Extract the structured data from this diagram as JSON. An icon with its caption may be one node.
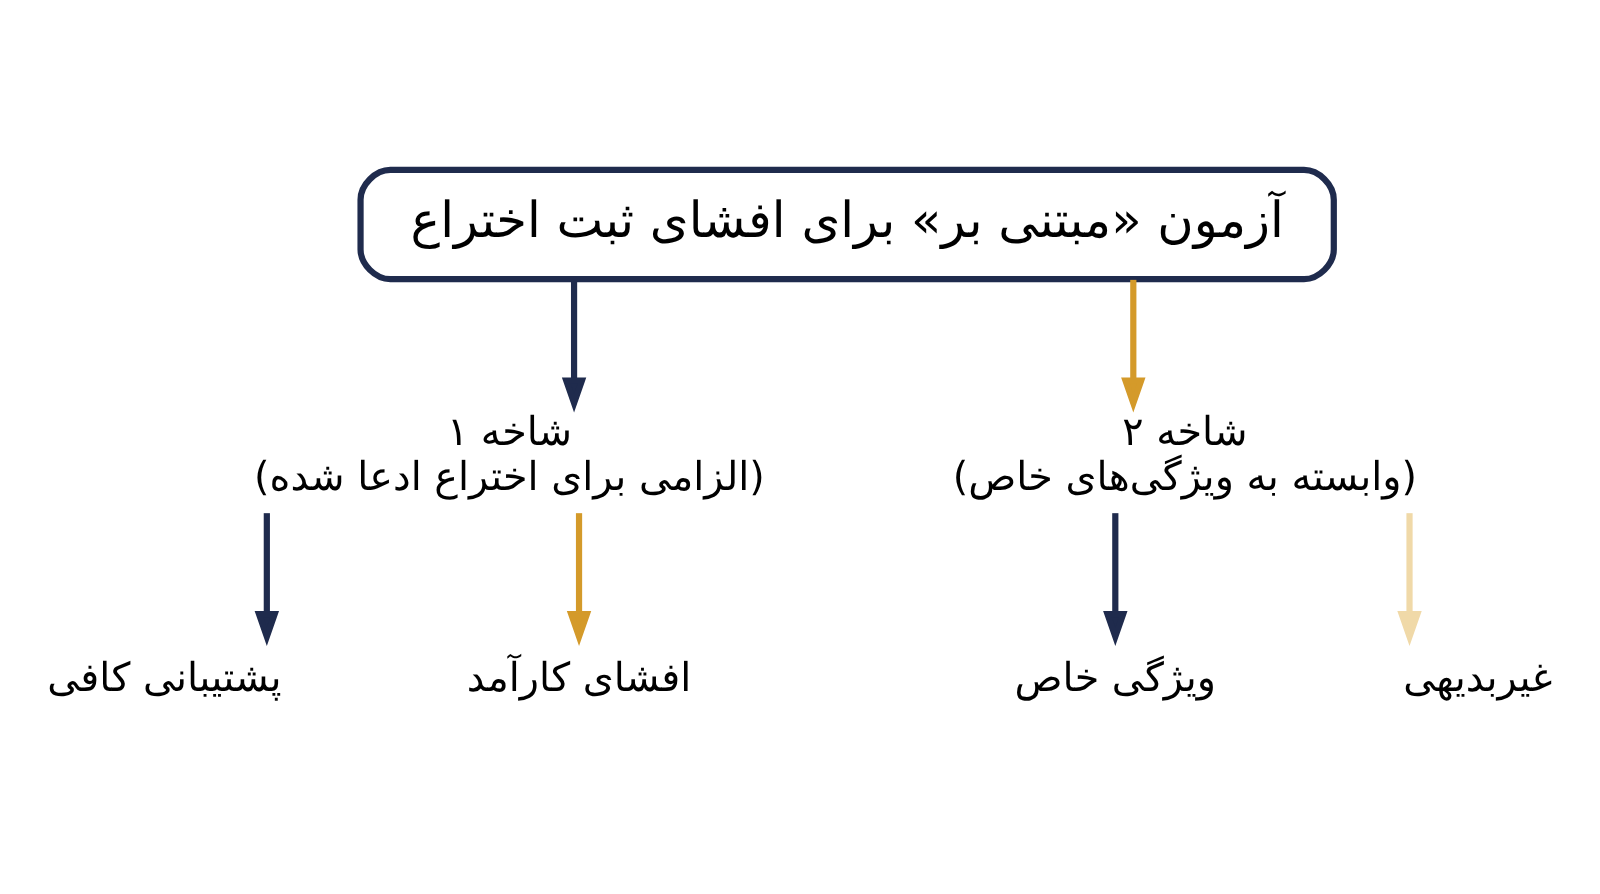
{
  "diagram": {
    "nodes": [
      {
        "text": [
          "آزمون «مبتنی بر» برای افشای ثبت اختراع"
        ]
      },
      {
        "text": [
          "شاخه ۱",
          "(الزامی برای اختراع ادعا شده)"
        ]
      },
      {
        "text": [
          "شاخه ۲",
          "(وابسته به ویژگی‌های خاص)"
        ]
      },
      {
        "text": [
          "پشتیبانی کافی"
        ]
      },
      {
        "text": [
          "افشای کارآمد"
        ]
      },
      {
        "text": [
          "ویژگی خاص"
        ]
      },
      {
        "text": [
          "غیربدیهی"
        ]
      }
    ],
    "edges": [
      {
        "from": 0,
        "to": 1,
        "arrow": "to",
        "color": "#1f2b4d"
      },
      {
        "from": 0,
        "to": 2,
        "arrow": "to",
        "color": "#d49a2a"
      },
      {
        "from": 1,
        "to": 3,
        "arrow": "to",
        "color": "#1f2b4d"
      },
      {
        "from": 1,
        "to": 4,
        "arrow": "to",
        "color": "#d49a2a"
      },
      {
        "from": 2,
        "to": 5,
        "arrow": "to",
        "color": "#1f2b4d"
      },
      {
        "from": 2,
        "to": 6,
        "arrow": "to",
        "color": "#f0d9a8"
      }
    ]
  }
}
